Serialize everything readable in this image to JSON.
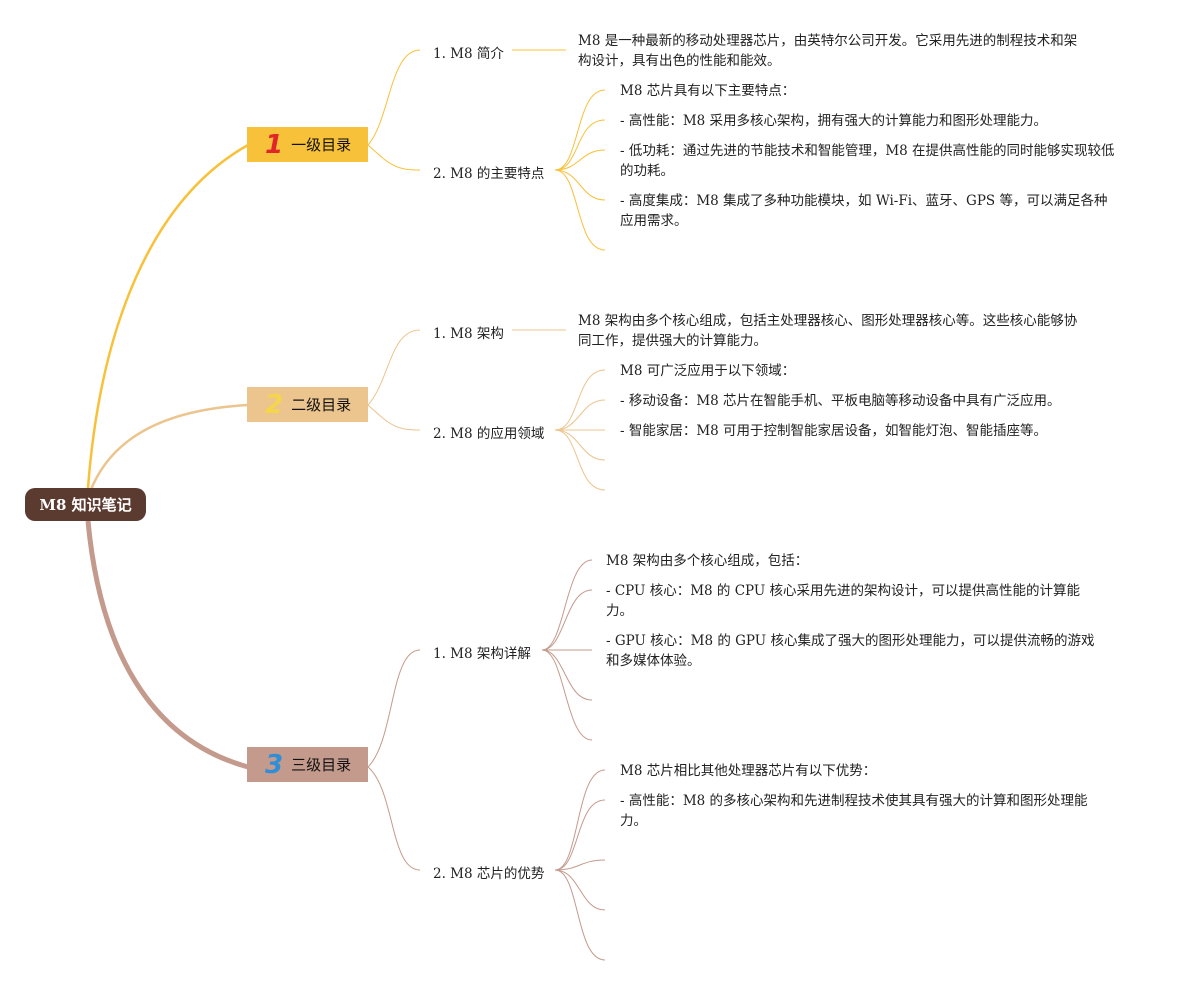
{
  "root": {
    "label": "M8 知识笔记"
  },
  "branches": [
    {
      "number": "1",
      "label": "一级目录",
      "color": "#f8c13a",
      "number_color": "#e0262a",
      "children": [
        {
          "label": "1. M8 简介",
          "notes": [
            "M8 是一种最新的移动处理器芯片，由英特尔公司开发。它采用先进的制程技术和架构设计，具有出色的性能和能效。"
          ]
        },
        {
          "label": "2. M8 的主要特点",
          "notes": [
            "M8 芯片具有以下主要特点：",
            "- 高性能：M8 采用多核心架构，拥有强大的计算能力和图形处理能力。",
            "- 低功耗：通过先进的节能技术和智能管理，M8 在提供高性能的同时能够实现较低的功耗。",
            "- 高度集成：M8 集成了多种功能模块，如 Wi-Fi、蓝牙、GPS 等，可以满足各种应用需求。"
          ]
        }
      ]
    },
    {
      "number": "2",
      "label": "二级目录",
      "color": "#ecc48e",
      "number_color": "#f5d64a",
      "children": [
        {
          "label": "1. M8 架构",
          "notes": [
            "M8 架构由多个核心组成，包括主处理器核心、图形处理器核心等。这些核心能够协同工作，提供强大的计算能力。"
          ]
        },
        {
          "label": "2. M8 的应用领域",
          "notes": [
            "M8 可广泛应用于以下领域：",
            "- 移动设备：M8 芯片在智能手机、平板电脑等移动设备中具有广泛应用。",
            "- 智能家居：M8 可用于控制智能家居设备，如智能灯泡、智能插座等。"
          ]
        }
      ]
    },
    {
      "number": "3",
      "label": "三级目录",
      "color": "#c49a8c",
      "number_color": "#2e8fd6",
      "children": [
        {
          "label": "1. M8 架构详解",
          "notes": [
            "M8 架构由多个核心组成，包括：",
            "- CPU 核心：M8 的 CPU 核心采用先进的架构设计，可以提供高性能的计算能力。",
            "- GPU 核心：M8 的 GPU 核心集成了强大的图形处理能力，可以提供流畅的游戏和多媒体体验。"
          ]
        },
        {
          "label": "2. M8 芯片的优势",
          "notes": [
            "M8 芯片相比其他处理器芯片有以下优势：",
            "- 高性能：M8 的多核心架构和先进制程技术使其具有强大的计算和图形处理能力。"
          ]
        }
      ]
    }
  ]
}
